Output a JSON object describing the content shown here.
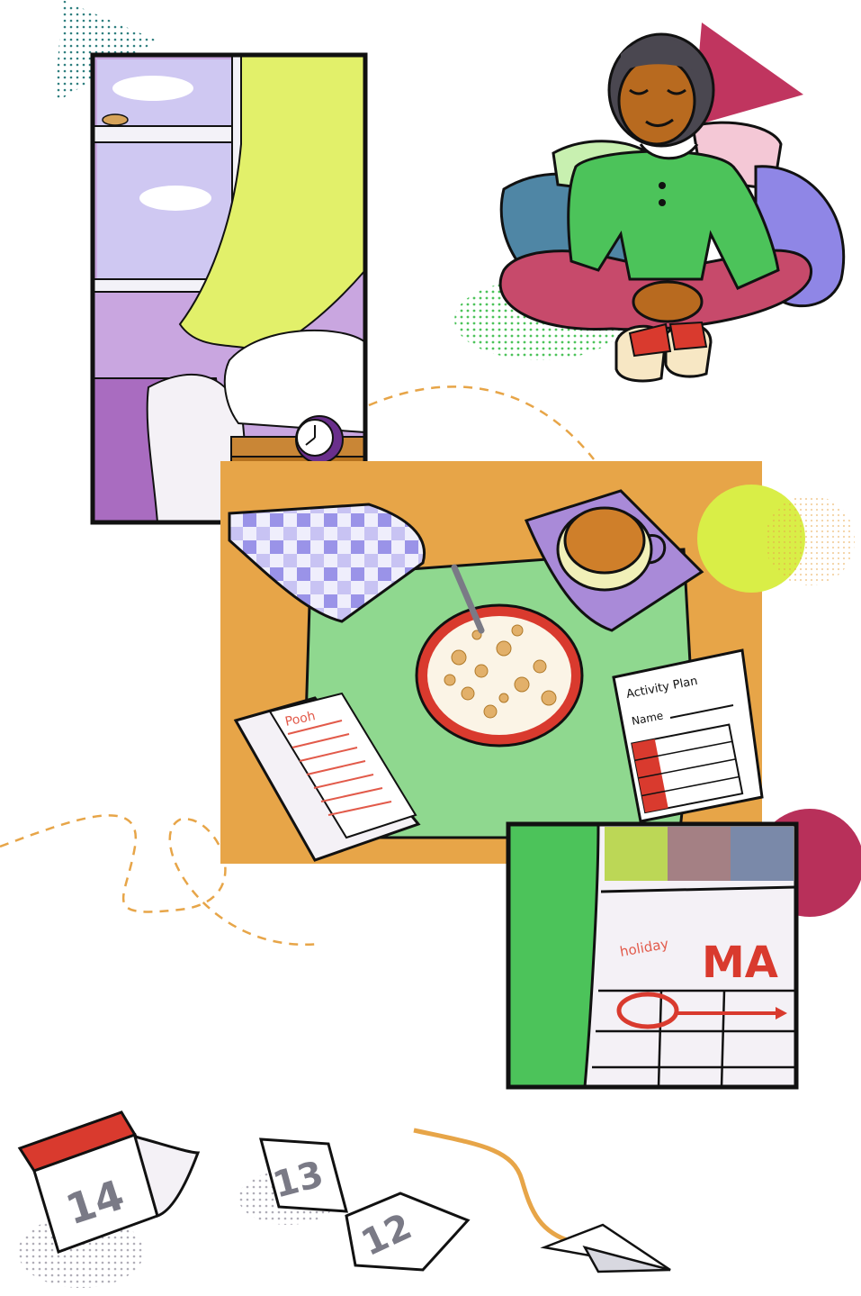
{
  "notebook": {
    "title": "Pooh"
  },
  "activity_plan": {
    "title": "Activity Plan",
    "name_label": "Name"
  },
  "calendar": {
    "note": "holiday",
    "month_fragment": "MA"
  },
  "tear_off_pages": [
    "14",
    "13",
    "12"
  ],
  "colors": {
    "sky": "#cfc8f2",
    "curtain": "#e2f06a",
    "wall": "#c9a6e0",
    "orange": "#e7a548",
    "table_green": "#8fd88f",
    "shirt_green": "#4cc35a",
    "pants": "#c74a6b",
    "magenta": "#c0355f",
    "lime_circle": "#d9ee47",
    "red": "#d93a2e",
    "purple_pillow": "#8f86e6",
    "blue_pillow": "#4f86a5"
  }
}
